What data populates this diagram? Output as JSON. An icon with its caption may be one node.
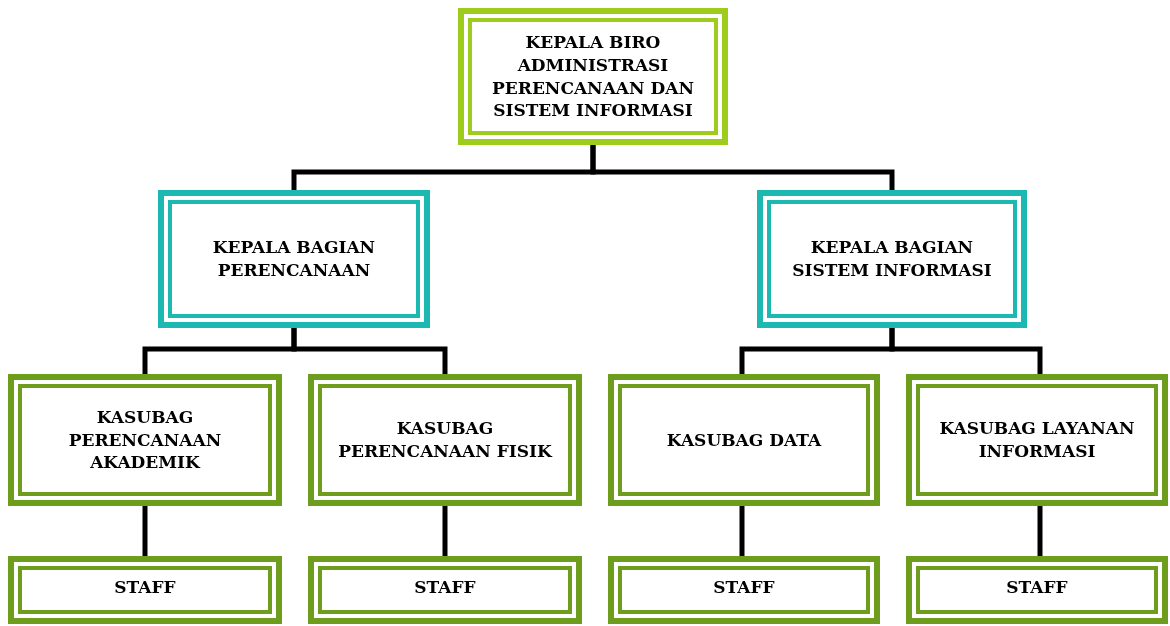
{
  "diagram": {
    "nodes": [
      {
        "text": [
          "KEPALA BIRO ADMINISTRASI PERENCANAAN DAN SISTEM INFORMASI"
        ]
      },
      {
        "text": [
          "KEPALA BAGIAN PERENCANAAN"
        ]
      },
      {
        "text": [
          "KEPALA BAGIAN SISTEM INFORMASI"
        ]
      },
      {
        "text": [
          "KASUBAG PERENCANAAN AKADEMIK"
        ]
      },
      {
        "text": [
          "KASUBAG PERENCANAAN FISIK"
        ]
      },
      {
        "text": [
          "KASUBAG DATA"
        ]
      },
      {
        "text": [
          "KASUBAG LAYANAN INFORMASI"
        ]
      },
      {
        "text": [
          "STAFF"
        ]
      },
      {
        "text": [
          "STAFF"
        ]
      },
      {
        "text": [
          "STAFF"
        ]
      },
      {
        "text": [
          "STAFF"
        ]
      }
    ],
    "edges": [
      {
        "from": 0,
        "to": 1,
        "arrow": "none"
      },
      {
        "from": 0,
        "to": 2,
        "arrow": "none"
      },
      {
        "from": 1,
        "to": 3,
        "arrow": "none"
      },
      {
        "from": 1,
        "to": 4,
        "arrow": "none"
      },
      {
        "from": 2,
        "to": 5,
        "arrow": "none"
      },
      {
        "from": 2,
        "to": 6,
        "arrow": "none"
      },
      {
        "from": 3,
        "to": 7,
        "arrow": "none"
      },
      {
        "from": 4,
        "to": 8,
        "arrow": "none"
      },
      {
        "from": 5,
        "to": 9,
        "arrow": "none"
      },
      {
        "from": 6,
        "to": 10,
        "arrow": "none"
      }
    ]
  }
}
